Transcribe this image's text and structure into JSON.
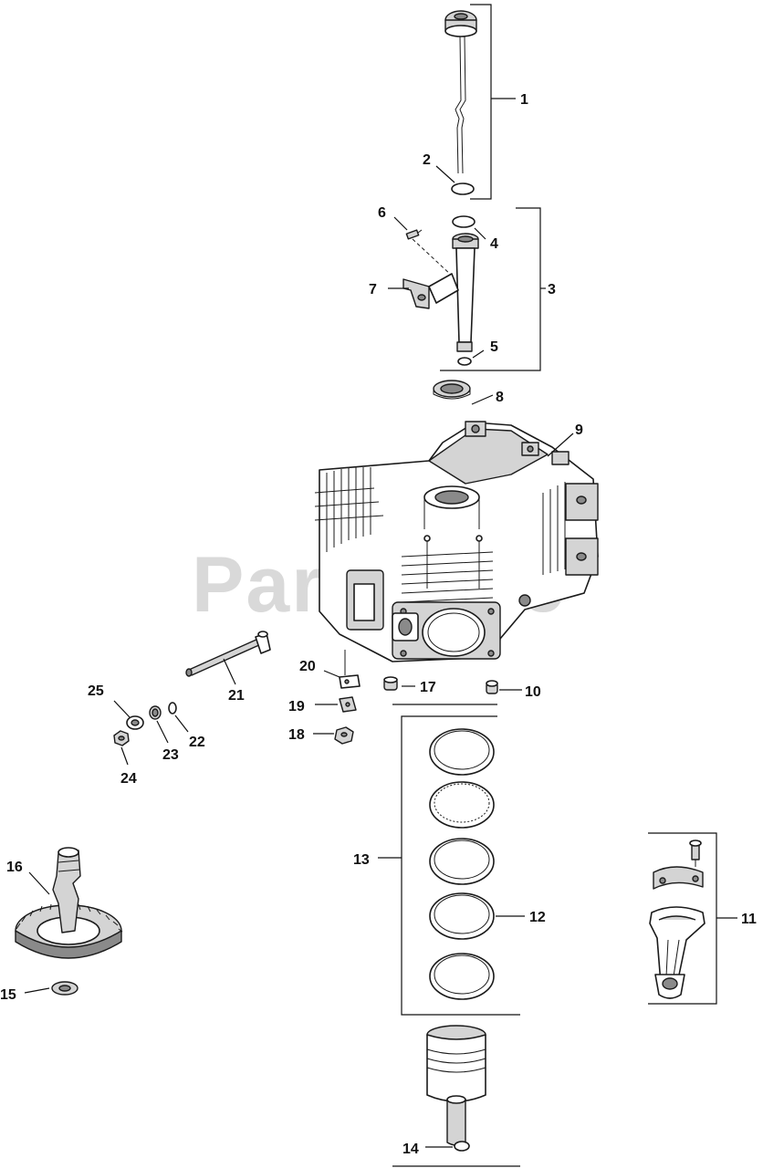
{
  "watermark": "PartsTree",
  "callouts": [
    {
      "id": "1",
      "label": "1"
    },
    {
      "id": "2",
      "label": "2"
    },
    {
      "id": "3",
      "label": "3"
    },
    {
      "id": "4",
      "label": "4"
    },
    {
      "id": "5",
      "label": "5"
    },
    {
      "id": "6",
      "label": "6"
    },
    {
      "id": "7",
      "label": "7"
    },
    {
      "id": "8",
      "label": "8"
    },
    {
      "id": "9",
      "label": "9"
    },
    {
      "id": "10",
      "label": "10"
    },
    {
      "id": "11",
      "label": "11"
    },
    {
      "id": "12",
      "label": "12"
    },
    {
      "id": "13",
      "label": "13"
    },
    {
      "id": "14",
      "label": "14"
    },
    {
      "id": "15",
      "label": "15"
    },
    {
      "id": "16",
      "label": "16"
    },
    {
      "id": "17",
      "label": "17"
    },
    {
      "id": "18",
      "label": "18"
    },
    {
      "id": "19",
      "label": "19"
    },
    {
      "id": "20",
      "label": "20"
    },
    {
      "id": "21",
      "label": "21"
    },
    {
      "id": "22",
      "label": "22"
    },
    {
      "id": "23",
      "label": "23"
    },
    {
      "id": "24",
      "label": "24"
    },
    {
      "id": "25",
      "label": "25"
    }
  ]
}
